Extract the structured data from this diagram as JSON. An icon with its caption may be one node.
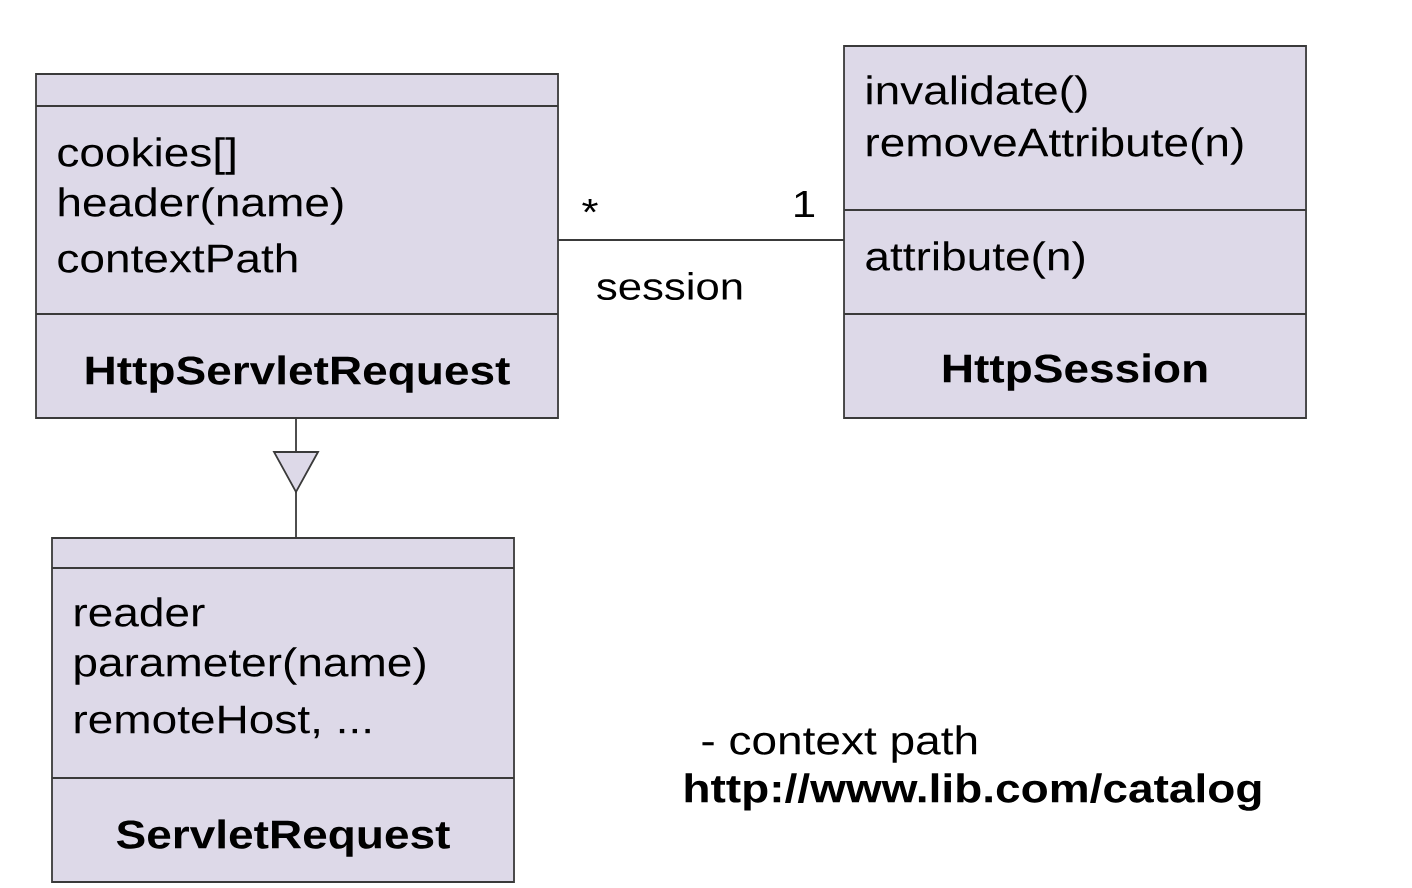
{
  "diagram": {
    "nodes": [
      {
        "text": [
          "cookies[]",
          "header(name)",
          "contextPath",
          "HttpServletRequest"
        ]
      },
      {
        "text": [
          "invalidate()",
          "removeAttribute(n)",
          "attribute(n)",
          "HttpSession"
        ]
      },
      {
        "text": [
          "reader",
          "parameter(name)",
          "remoteHost, ...",
          "ServletRequest"
        ]
      }
    ],
    "edges": [
      {
        "from": 0,
        "to": 1,
        "arrow": "none",
        "label": "session"
      },
      {
        "from": 0,
        "to": 2,
        "arrow": "to"
      }
    ],
    "labels": [
      "*",
      "1",
      "- context path",
      "http://www.lib.com/catalog"
    ]
  }
}
